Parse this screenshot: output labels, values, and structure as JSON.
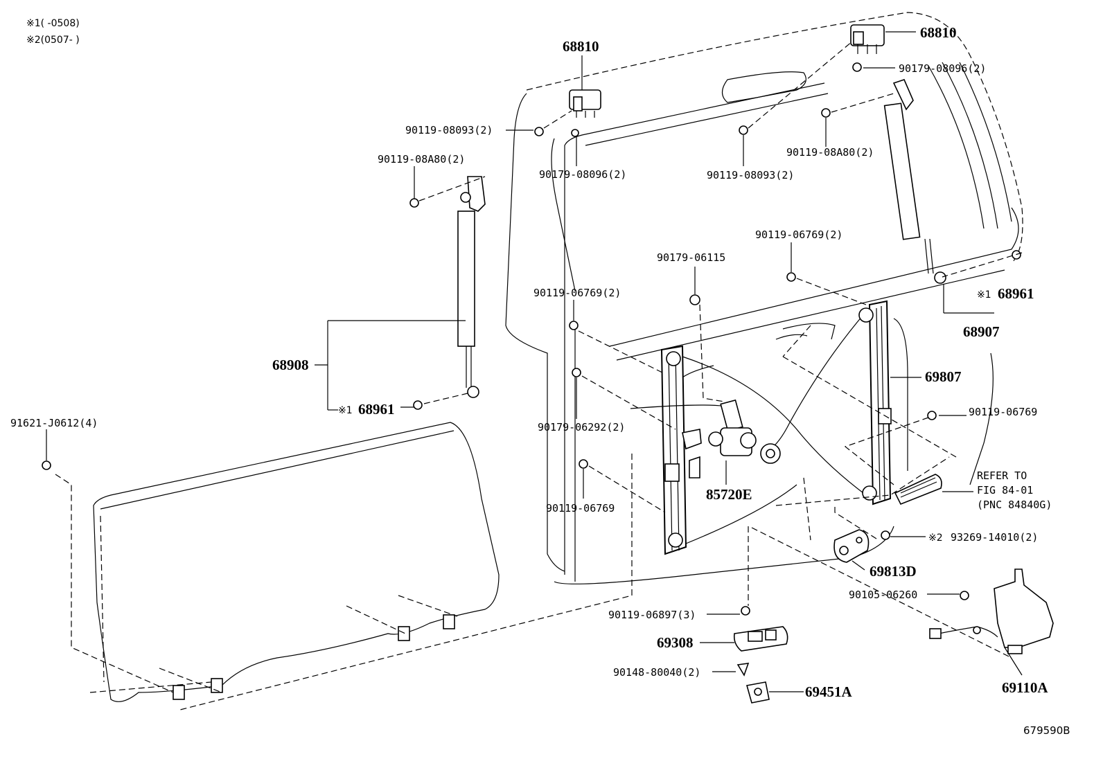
{
  "notes": [
    {
      "id": "note-1",
      "text": "※1(    -0508)"
    },
    {
      "id": "note-2",
      "text": "※2(0507-     )"
    }
  ],
  "callouts": {
    "hinge_left": "68810",
    "hinge_right": "68810",
    "nut_90179_08096_right": "90179-08096(2)",
    "bolt_90119_08093_left": "90119-08093(2)",
    "bolt_90119_08A80_left": "90119-08A80(2)",
    "nut_90179_08096_left": "90179-08096(2)",
    "bolt_90119_08093_mid": "90119-08093(2)",
    "bolt_90119_08A80_right": "90119-08A80(2)",
    "bolt_90119_06769_top": "90119-06769(2)",
    "nut_90179_06115": "90179-06115",
    "bolt_90119_06769_left": "90119-06769(2)",
    "mark_68961_right": "※1",
    "stud_68961_right": "68961",
    "stay_68907": "68907",
    "stay_68908": "68908",
    "mark_68961_left": "※1",
    "stud_68961_left": "68961",
    "regulator_69807": "69807",
    "bolt_90119_06769_right": "90119-06769",
    "refer_line1": "REFER TO",
    "refer_line2": "FIG 84-01",
    "refer_line3": "(PNC 84840G)",
    "bolt_91621_J0612": "91621-J0612(4)",
    "nut_90179_06292": "90179-06292(2)",
    "motor_85720E": "85720E",
    "bolt_90119_06769_low": "90119-06769",
    "mark_93269": "※2",
    "screw_93269_14010": "93269-14010(2)",
    "bracket_69813D": "69813D",
    "bolt_90105_06260": "90105-06260",
    "bolt_90119_06897": "90119-06897(3)",
    "lock_69308": "69308",
    "screw_90148_80040": "90148-80040(2)",
    "cover_69451A": "69451A",
    "actuator_69110A": "69110A"
  },
  "diagram_code": "679590B"
}
